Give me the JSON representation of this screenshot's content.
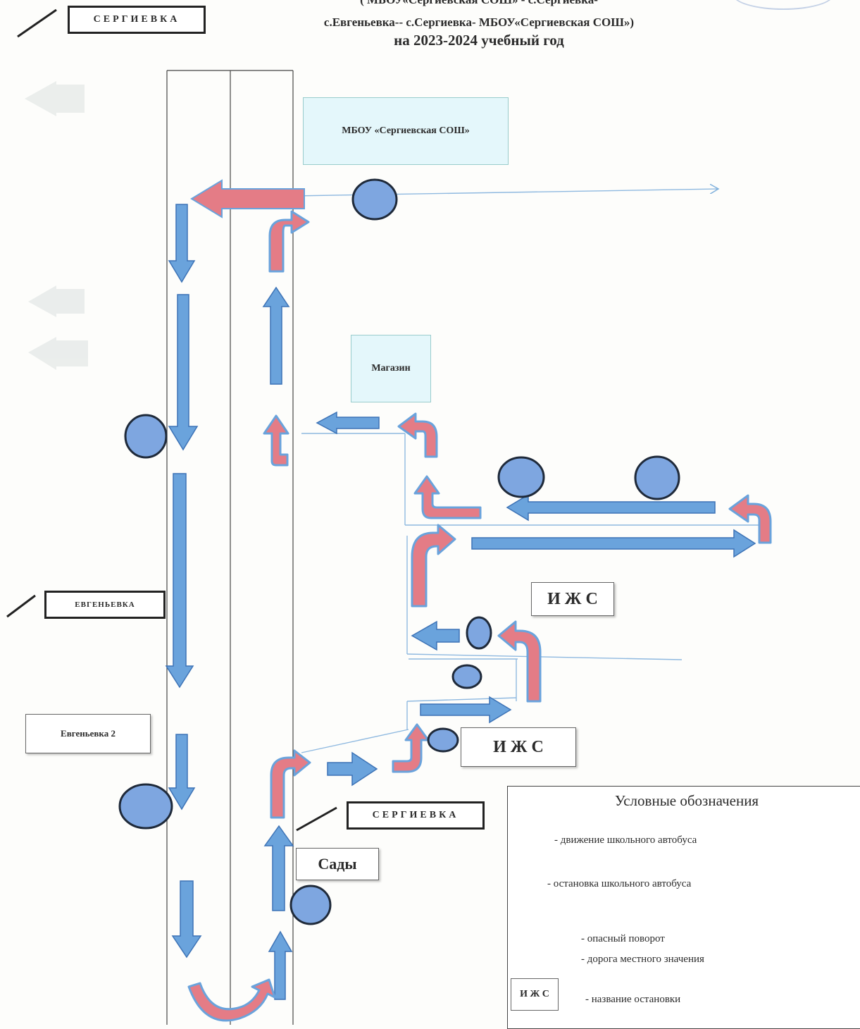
{
  "header": {
    "line1": "( МБОУ«Сергиевская СОШ» - с.Сергиевка-",
    "line2": "с.Евгеньевка-- с.Сергиевка- МБОУ«Сергиевская СОШ»)",
    "line3": "на 2023-2024 учебный год"
  },
  "labels": {
    "sergievka_top": "СЕРГИЕВКА",
    "school": "МБОУ «Сергиевская СОШ»",
    "shop": "Магазин",
    "evgenevka": "ЕВГЕНЬЕВКА",
    "evgenevka2": "Евгеньевка 2",
    "izhs_upper": "И Ж С",
    "izhs_lower": "И Ж С",
    "sergievka_bottom": "СЕРГИЕВКА",
    "sady": "Сады"
  },
  "legend": {
    "title": "Условные обозначения",
    "bus_route": "- движение школьного автобуса",
    "bus_stop": "- остановка школьного автобуса",
    "dangerous_turn": "-  опасный поворот",
    "local_road": "- дорога местного значения",
    "stop_name_sample": "И Ж С",
    "stop_name": "-   название остановки"
  },
  "colors": {
    "route_blue": "#6aa3dc",
    "route_blue_edge": "#3d73b6",
    "turn_red": "#e47c86",
    "stop_fill": "#7ea6e0",
    "road_line": "#8fb9e0"
  }
}
